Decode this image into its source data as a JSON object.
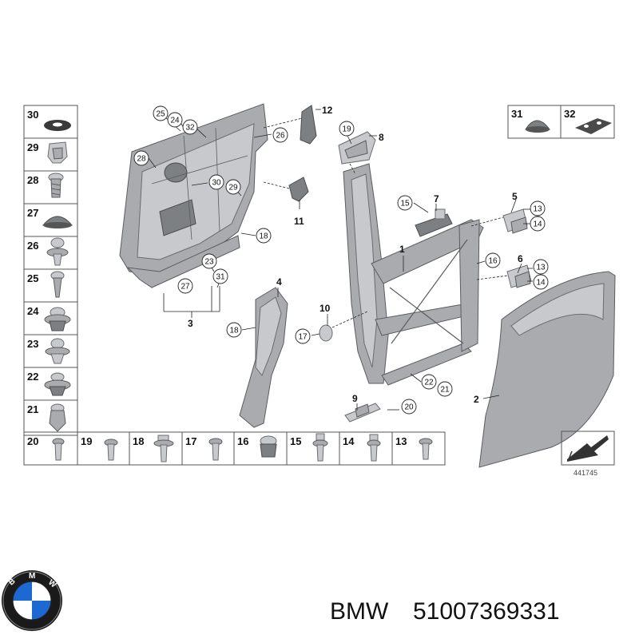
{
  "fasteners_left": [
    "30",
    "29",
    "28",
    "27",
    "26",
    "25",
    "24",
    "23",
    "22",
    "21"
  ],
  "fasteners_bottom": [
    "20",
    "19",
    "18",
    "17",
    "16",
    "15",
    "14",
    "13"
  ],
  "legend_top_right": [
    "31",
    "32"
  ],
  "callouts": {
    "c1": "1",
    "c2": "2",
    "c3": "3",
    "c4": "4",
    "c5": "5",
    "c6": "6",
    "c7": "7",
    "c8": "8",
    "c9": "9",
    "c10": "10",
    "c11": "11",
    "c12": "12"
  },
  "circles": {
    "k25": "25",
    "k24": "24",
    "k32": "32",
    "k26": "26",
    "k28": "28",
    "k30": "30",
    "k29": "29",
    "k18a": "18",
    "k23": "23",
    "k27": "27",
    "k31": "31",
    "k19": "19",
    "k15": "15",
    "k13a": "13",
    "k14a": "14",
    "k16": "16",
    "k13b": "13",
    "k14b": "14",
    "k18b": "18",
    "k17": "17",
    "k22": "22",
    "k21": "21",
    "k20": "20"
  },
  "ref_number": "441745",
  "brand": "BMW",
  "part_number": "51007369331",
  "colors": {
    "part_fill": "#a9abae",
    "outline": "#5a5c5f",
    "logo_blue": "#1c69d4"
  }
}
